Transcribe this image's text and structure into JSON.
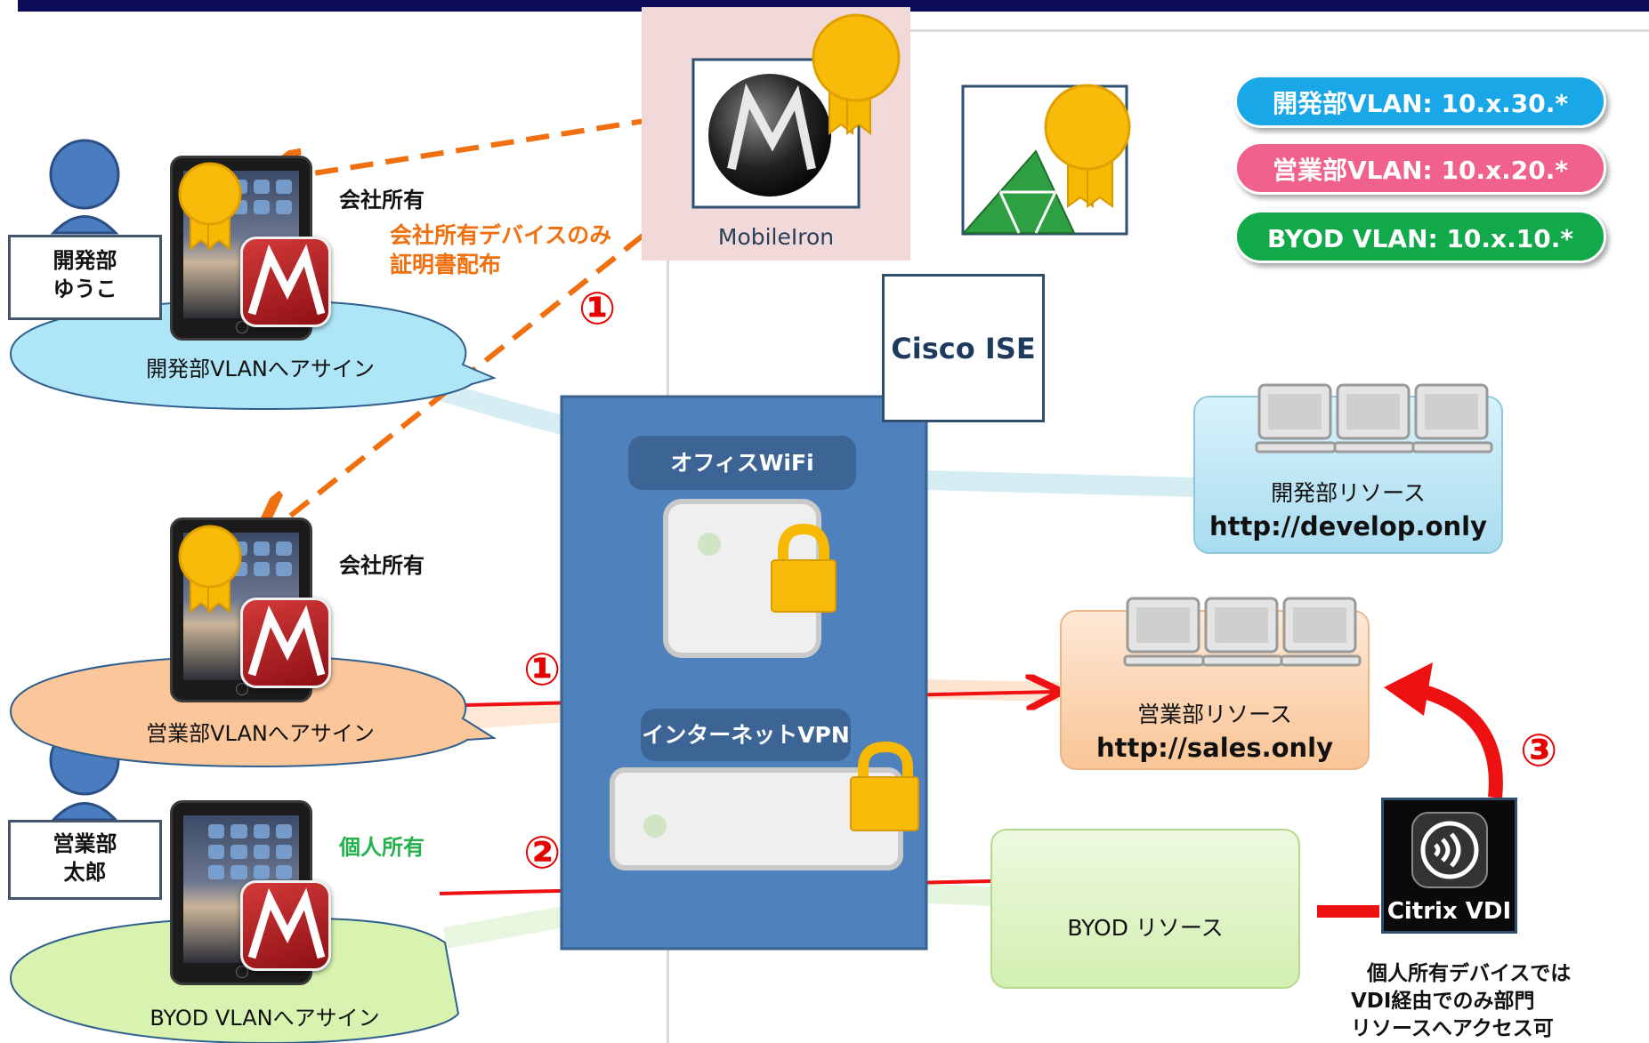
{
  "people": {
    "dev": {
      "dept": "開発部",
      "name": "ゆうこ"
    },
    "sales": {
      "dept": "営業部",
      "name": "太郎"
    }
  },
  "devices": {
    "dev_ownership": "会社所有",
    "sales_ownership": "会社所有",
    "byod_ownership": "個人所有",
    "ownership_colors": {
      "company": "#111111",
      "personal": "#22b14c"
    }
  },
  "vlan_bubbles": {
    "dev": {
      "label": "開発部VLANへアサイン",
      "color": "#aee6f7"
    },
    "sales": {
      "label": "営業部VLANへアサイン",
      "color": "#fbc79a"
    },
    "byod": {
      "label": "BYOD VLANへアサイン",
      "color": "#d8f3b0"
    }
  },
  "mobileiron": {
    "label": "MobileIron"
  },
  "cert_note": {
    "line1": "会社所有デバイスのみ",
    "line2": "証明書配布",
    "color": "#f07010"
  },
  "cisco_ise": {
    "label": "Cisco ISE"
  },
  "network_panel": {
    "wifi_label": "オフィスWiFi",
    "vpn_label": "インターネットVPN"
  },
  "vlan_legend": [
    {
      "label": "開発部VLAN:  10.x.30.*",
      "color": "#1aa7e8"
    },
    {
      "label": "営業部VLAN:  10.x.20.*",
      "color": "#f0628c"
    },
    {
      "label": "BYOD VLAN:  10.x.10.*",
      "color": "#12a94a"
    }
  ],
  "resources": {
    "dev": {
      "name": "開発部リソース",
      "url": "http://develop.only"
    },
    "sales": {
      "name": "営業部リソース",
      "url": "http://sales.only"
    },
    "byod": {
      "name": "BYOD リソース"
    }
  },
  "citrix": {
    "label": "Citrix VDI"
  },
  "byod_note": {
    "line1": "個人所有デバイスでは",
    "line2": "VDI経由でのみ部門",
    "line3": "リソースへアクセス可"
  },
  "step_numbers": {
    "one_cert": "①",
    "one_sales": "①",
    "two": "②",
    "three": "③"
  },
  "colors": {
    "arrow_red": "#ee1111",
    "arrow_orange": "#f07010",
    "panel_blue": "#4f81bd",
    "header_navy": "#0d0d5a"
  }
}
